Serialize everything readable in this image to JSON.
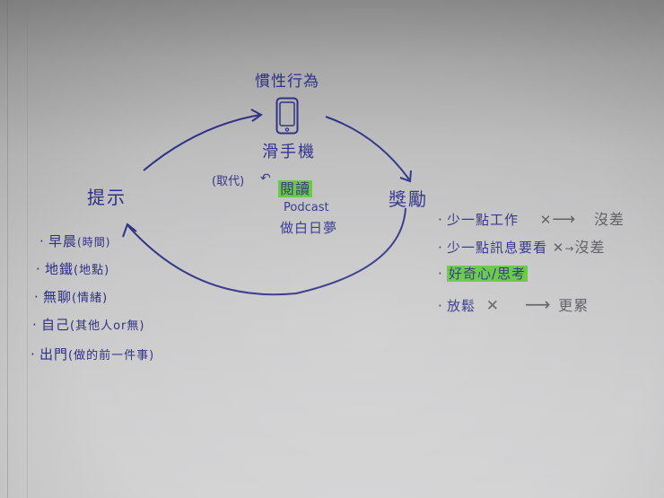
{
  "diagram": {
    "type": "habit-loop",
    "center": {
      "title": "慣性行為",
      "icon": "phone-icon",
      "behavior": "滑手機",
      "replacement_prefix": "(取代)",
      "replacement_arrow": "↶",
      "replacements": [
        {
          "text": "閱讀",
          "highlighted": true
        },
        {
          "text": "Podcast",
          "highlighted": false
        },
        {
          "text": "做白日夢",
          "highlighted": false
        }
      ]
    },
    "cue": {
      "label": "提示",
      "items": [
        {
          "main": "早晨",
          "detail": "(時間)"
        },
        {
          "main": "地鐵",
          "detail": "(地點)"
        },
        {
          "main": "無聊",
          "detail": "(情緒)"
        },
        {
          "main": "自己",
          "detail": "(其他人or無)"
        },
        {
          "main": "出門",
          "detail": "(做的前一件事)"
        }
      ]
    },
    "reward": {
      "label": "獎勵",
      "items": [
        {
          "text": "少一點工作",
          "mark": "✕",
          "arrow": "⟶",
          "result": "沒差",
          "highlighted": false
        },
        {
          "text": "少一點訊息要看",
          "mark": "✕",
          "arrow": "→",
          "result": "沒差",
          "highlighted": false
        },
        {
          "text": "好奇心/思考",
          "mark": "",
          "arrow": "",
          "result": "",
          "highlighted": true
        },
        {
          "text": "放鬆",
          "mark": "✕",
          "arrow": "⟶",
          "result": "更累",
          "highlighted": false
        }
      ]
    },
    "colors": {
      "ink": "#2e2f86",
      "pencil": "#5f5f66",
      "highlighter": "#50c828",
      "paper": "#c8c8c9"
    }
  }
}
